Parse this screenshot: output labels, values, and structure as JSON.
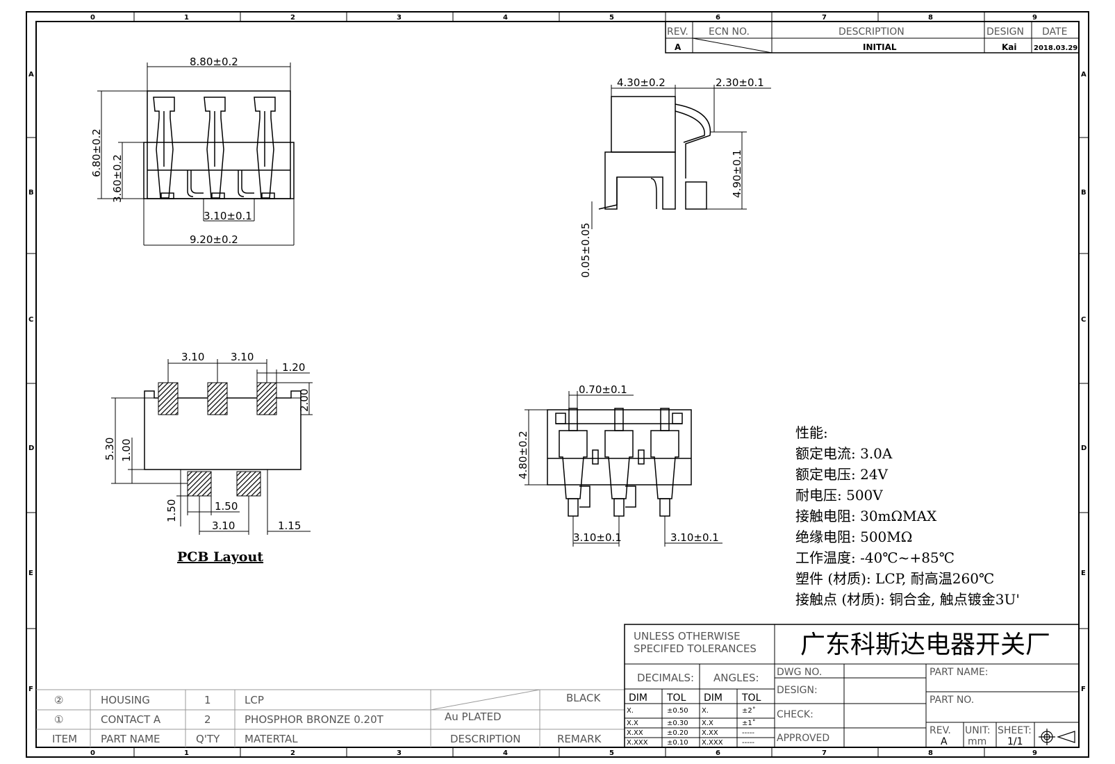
{
  "frame": {
    "zones_h": [
      "0",
      "1",
      "2",
      "3",
      "4",
      "5",
      "6",
      "7",
      "8",
      "9"
    ],
    "zones_v": [
      "A",
      "B",
      "C",
      "D",
      "E",
      "F"
    ]
  },
  "revision_block": {
    "headers": {
      "rev": "REV.",
      "ecn": "ECN NO.",
      "desc": "DESCRIPTION",
      "design": "DESIGN",
      "date": "DATE"
    },
    "row": {
      "rev": "A",
      "ecn": "",
      "desc": "INITIAL",
      "design": "Kai",
      "date": "2018.03.29"
    }
  },
  "top_view": {
    "dim_width_top": "8.80±0.2",
    "dim_height_total": "6.80±0.2",
    "dim_height_lower": "3.60±0.2",
    "dim_pitch": "3.10±0.1",
    "dim_width_bottom": "9.20±0.2"
  },
  "side_view": {
    "dim_body": "4.30±0.2",
    "dim_spring": "2.30±0.1",
    "dim_height": "4.90±0.1",
    "dim_offset": "0.05±0.05"
  },
  "pcb_layout": {
    "title": "PCB Layout",
    "dim_pitch_a": "3.10",
    "dim_pitch_b": "3.10",
    "dim_pad_w": "1.20",
    "dim_pad_h": "2.00",
    "dim_total_h": "5.30",
    "dim_step": "1.00",
    "dim_pad2_h": "1.50",
    "dim_pad2_w": "1.50",
    "dim_pitch_c": "3.10",
    "dim_edge": "1.15"
  },
  "bottom_view": {
    "dim_contact_w": "0.70±0.1",
    "dim_height": "4.80±0.2",
    "dim_pitch_l": "3.10±0.1",
    "dim_pitch_r": "3.10±0.1"
  },
  "specs": {
    "title": "性能:",
    "lines": [
      "额定电流: 3.0A",
      "额定电压: 24V",
      "耐电压: 500V",
      "接触电阻: 30mΩMAX",
      "绝缘电阻: 500MΩ",
      "工作温度: -40℃~+85℃",
      "塑件 (材质): LCP, 耐高温260℃",
      "接触点 (材质): 铜合金, 触点镀金3U'"
    ]
  },
  "bom": {
    "rows": [
      {
        "item": "②",
        "name": "HOUSING",
        "qty": "1",
        "material": "LCP",
        "desc": "",
        "remark": "BLACK"
      },
      {
        "item": "①",
        "name": "CONTACT A",
        "qty": "2",
        "material": "PHOSPHOR BRONZE 0.20T",
        "desc": "Au PLATED",
        "remark": ""
      }
    ],
    "header": {
      "item": "ITEM",
      "name": "PART NAME",
      "qty": "Q'TY",
      "material": "MATERTAL",
      "desc": "DESCRIPTION",
      "remark": "REMARK"
    }
  },
  "title_block": {
    "tol_title_1": "UNLESS OTHERWISE",
    "tol_title_2": "SPECIFED TOLERANCES",
    "company": "广东科斯达电器开关厂",
    "decimals": "DECIMALS:",
    "angles": "ANGLES:",
    "dim": "DIM",
    "tol": "TOL",
    "dec_rows": [
      [
        "X.",
        "±0.50"
      ],
      [
        "X.X",
        "±0.30"
      ],
      [
        "X.XX",
        "±0.20"
      ],
      [
        "X.XXX",
        "±0.10"
      ]
    ],
    "ang_rows": [
      [
        "X.",
        "±2˚"
      ],
      [
        "X.X",
        "±1˚"
      ],
      [
        "X.XX",
        "-----"
      ],
      [
        "X.XXX",
        "-----"
      ]
    ],
    "dwg_no": "DWG NO.",
    "design": "DESIGN:",
    "check": "CHECK:",
    "approved": "APPROVED",
    "part_name": "PART NAME:",
    "part_no": "PART NO.",
    "rev_label": "REV.",
    "rev_val": "A",
    "unit_label": "UNIT:",
    "unit_val": "mm",
    "sheet_label": "SHEET:",
    "sheet_val": "1/1"
  }
}
